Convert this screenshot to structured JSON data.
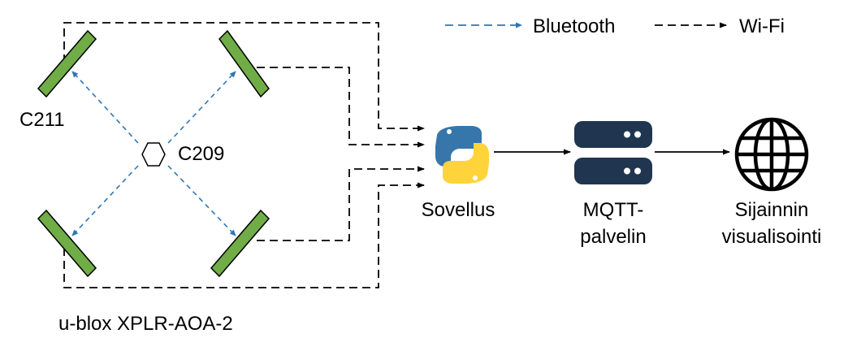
{
  "legend": {
    "bluetooth_label": "Bluetooth",
    "wifi_label": "Wi-Fi",
    "bluetooth_color": "#2E75B6",
    "wifi_color": "#000000"
  },
  "anchors": {
    "top_left_label": "C211",
    "center_label": "C209",
    "caption": "u-blox XPLR-AOA-2",
    "fill_color": "#70AD47",
    "border_color": "#000000"
  },
  "app": {
    "label": "Sovellus",
    "icon": "python-logo-icon",
    "python_blue": "#3776AB",
    "python_yellow": "#FFD43B"
  },
  "broker": {
    "label_line1": "MQTT-",
    "label_line2": "palvelin",
    "icon": "server-icon",
    "color": "#1F3550"
  },
  "visualization": {
    "label_line1": "Sijainnin",
    "label_line2": "visualisointi",
    "icon": "globe-icon"
  }
}
